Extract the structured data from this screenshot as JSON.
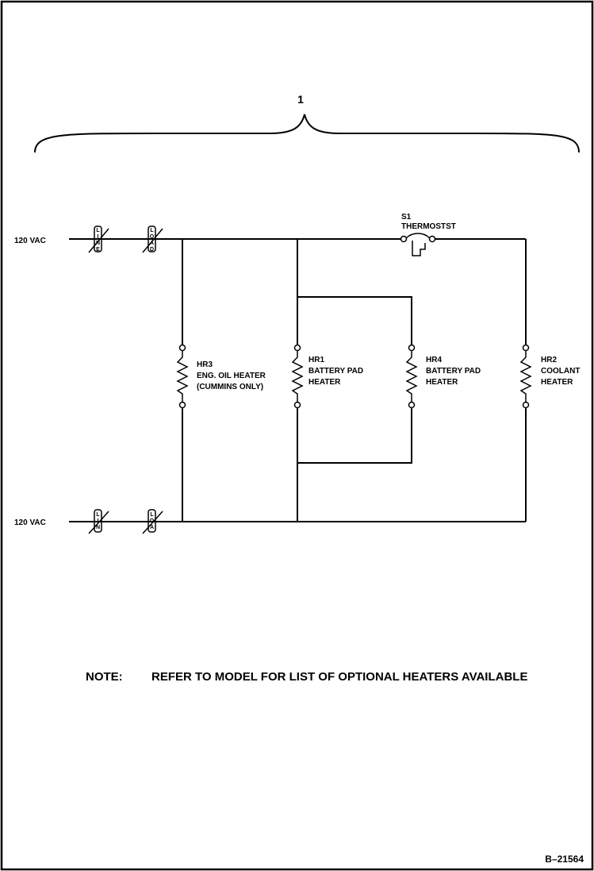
{
  "callout_number": "1",
  "supply": {
    "top_label": "120 VAC",
    "bottom_label": "120 VAC"
  },
  "connectors": {
    "line_top": [
      "L",
      "I",
      "N",
      "E"
    ],
    "load_top": [
      "L",
      "O",
      "A",
      "D"
    ],
    "line_bottom": [
      "L",
      "I",
      "N"
    ],
    "load_bottom": [
      "L",
      "O",
      "A"
    ]
  },
  "thermostat": {
    "id": "S1",
    "name": "THERMOSTST"
  },
  "heaters": {
    "hr3": {
      "id": "HR3",
      "line1": "ENG. OIL HEATER",
      "line2": "(CUMMINS ONLY)"
    },
    "hr1": {
      "id": "HR1",
      "line1": "BATTERY PAD",
      "line2": "HEATER"
    },
    "hr4": {
      "id": "HR4",
      "line1": "BATTERY PAD",
      "line2": "HEATER"
    },
    "hr2": {
      "id": "HR2",
      "line1": "COOLANT",
      "line2": "HEATER"
    }
  },
  "note": {
    "label": "NOTE:",
    "text": "REFER TO MODEL FOR LIST OF OPTIONAL HEATERS AVAILABLE"
  },
  "figure_ref": "B–21564"
}
